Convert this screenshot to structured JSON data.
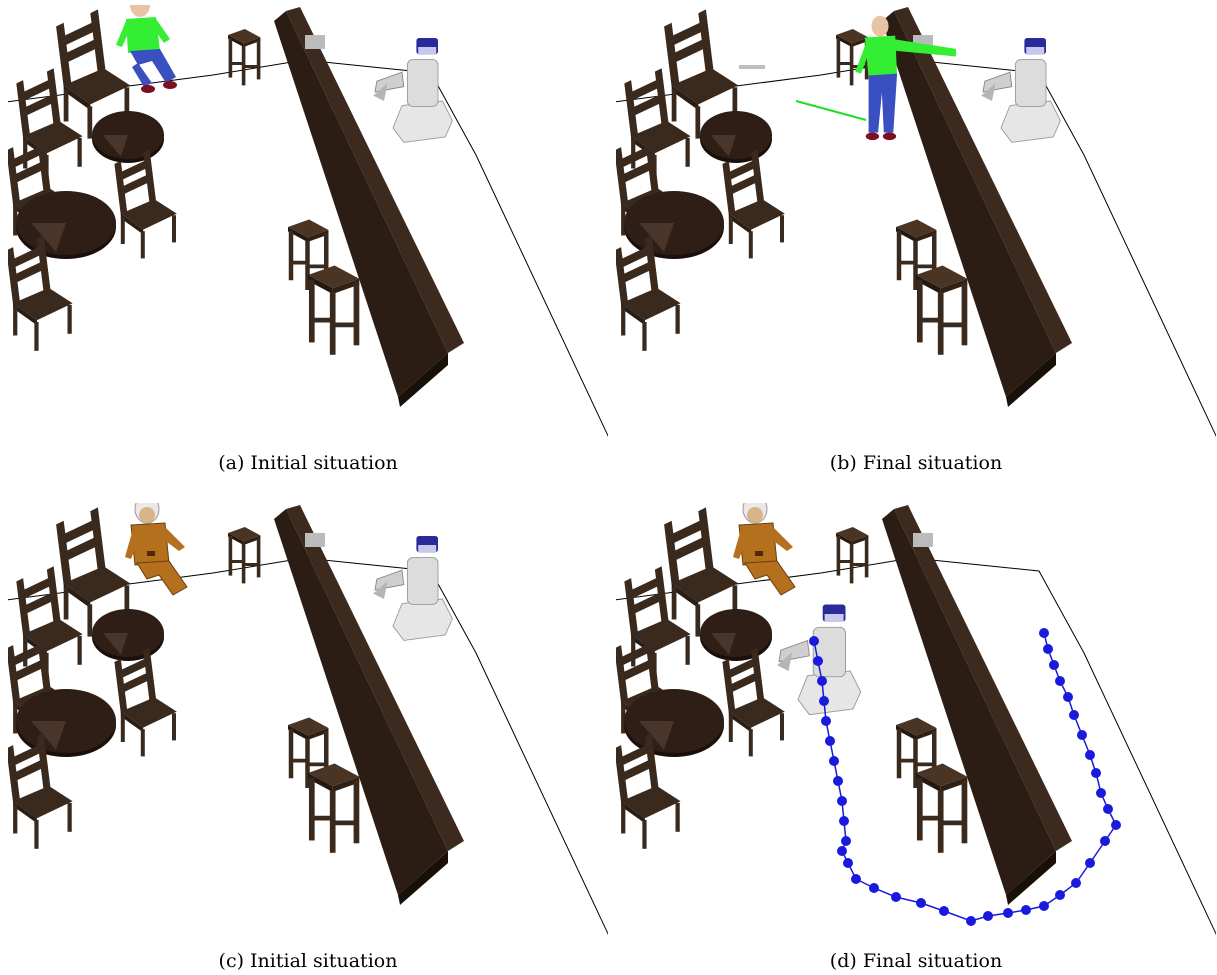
{
  "figure": {
    "panels": [
      {
        "id": "a",
        "caption": "(a)  Initial situation",
        "human": "young",
        "robot": "at-bar",
        "path": false
      },
      {
        "id": "b",
        "caption": "(b)  Final situation",
        "human": "young-standing",
        "robot": "at-bar",
        "path": false
      },
      {
        "id": "c",
        "caption": "(c)  Initial situation",
        "human": "elderly",
        "robot": "at-bar",
        "path": false
      },
      {
        "id": "d",
        "caption": "(d)  Final situation",
        "human": "elderly",
        "robot": "at-table",
        "path": true
      }
    ],
    "colors": {
      "furniture": "#3a2a1e",
      "bar": "#2b1d14",
      "robot": "#e6e6e6",
      "robot_head": "#2a2a9a",
      "young_shirt": "#33ee33",
      "young_pants": "#3a4fc0",
      "elderly_suit": "#b5701e",
      "path": "#1a1adc",
      "gaze_line": "#22dd22"
    }
  }
}
